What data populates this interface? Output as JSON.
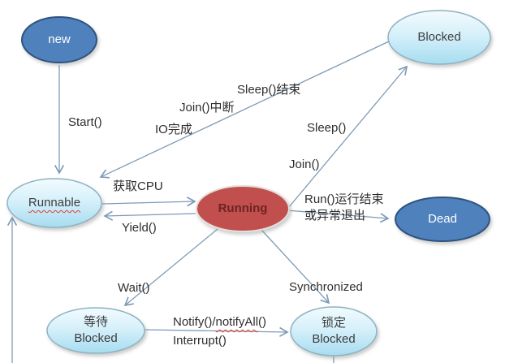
{
  "diagram": {
    "kind": "thread-state-transition-diagram",
    "nodes": {
      "new": {
        "label": "new"
      },
      "blocked_top": {
        "label": "Blocked"
      },
      "runnable": {
        "label": "Runnable"
      },
      "running": {
        "label": "Running"
      },
      "dead": {
        "label": "Dead"
      },
      "wait_blocked": {
        "line1": "等待",
        "line2": "Blocked"
      },
      "lock_blocked": {
        "line1": "锁定",
        "line2": "Blocked"
      }
    },
    "edge_labels": {
      "start": "Start()",
      "sleep_end": "Sleep()结束",
      "join_interrupt": "Join()中断",
      "io_complete": "IO完成",
      "sleep": "Sleep()",
      "join": "Join()",
      "acquire_cpu": "获取CPU",
      "yield": "Yield()",
      "run_end_line1": "Run()运行结束",
      "run_end_line2": "或异常退出",
      "wait": "Wait()",
      "synchronized": "Synchronized",
      "notify_prefix": "Notify()/",
      "notify_wavy": "notifyAll",
      "notify_suffix": "()",
      "interrupt": "Interrupt()"
    },
    "colors": {
      "node_dark_blue_fill": "#4f81bd",
      "node_dark_blue_border": "#2f537e",
      "node_light_blue_top": "#ecf9fd",
      "node_light_blue_bottom": "#a6dcf0",
      "node_light_blue_border": "#8fb3c2",
      "node_red_fill": "#c0504d",
      "node_red_text": "#6e2422",
      "connector": "#7f9bb6",
      "label_text": "#2e2e2e",
      "spellcheck_wave": "#e03c31",
      "background": "#ffffff"
    }
  }
}
